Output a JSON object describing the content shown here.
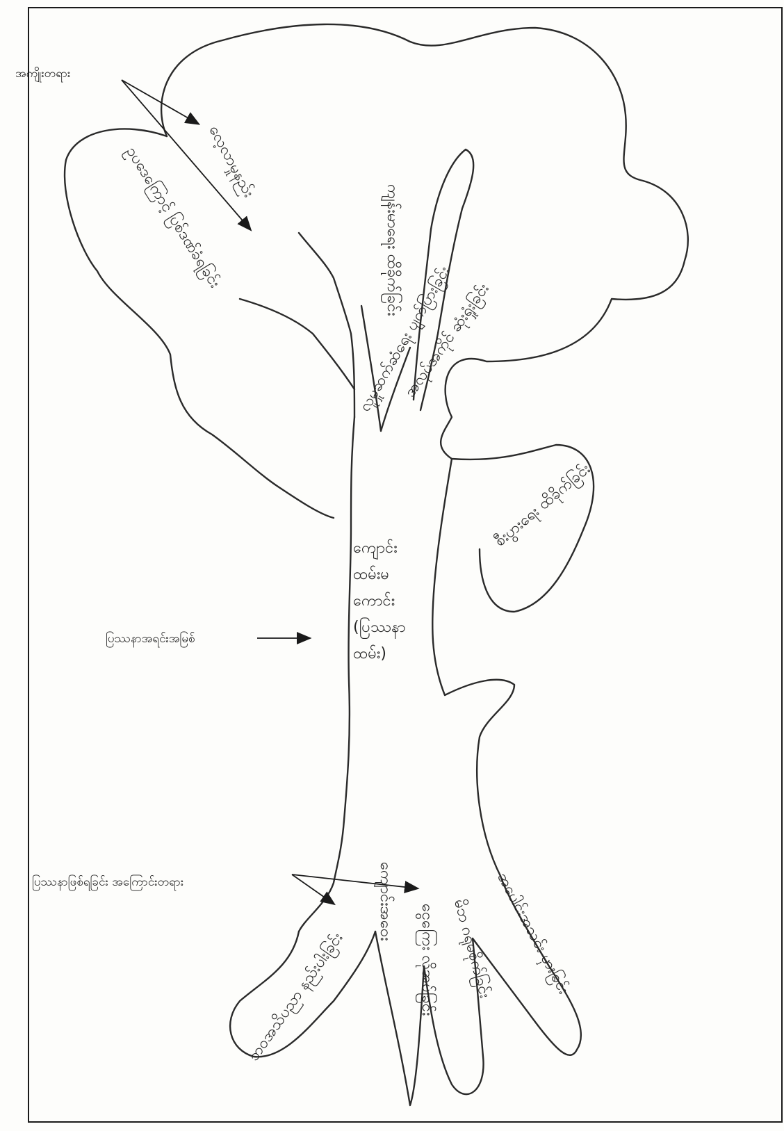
{
  "colors": {
    "ink": "#262626",
    "paper": "#fdfdfb",
    "frame": "#1a1a1a"
  },
  "side_labels": {
    "effects": "အကျိုးတရား",
    "core_problem": "ပြဿနာအရင်းအမြစ်",
    "causes": "ပြဿနာဖြစ်ရခြင်း အကြောင်းတရား"
  },
  "branches": {
    "b1": "လေ့လာမှုနည်း",
    "b2": "ဥပဒေကြောင့် ပြစ်ဒဏ်ခံရခြင်း",
    "b3": "ကျန်းမာရေး ထိခိုက်ခြင်း",
    "b4": "လူမှုဆက်ဆံရေး ပျက်ပြားခြင်း",
    "b5": "အလုပ်အကိုင် ဆုံးရှုံးခြင်း",
    "b6": "စီးပွားရေး ထိခိုက်ခြင်း"
  },
  "trunk": {
    "line1": "ကျောင်း",
    "line2": "ထမ်းမ",
    "line3": "ကောင်း",
    "line4": "(ပြဿနာ",
    "line5": "ထမ်း)"
  },
  "roots": {
    "r1": "ဘဝအသိပညာ နည်းပါးခြင်း",
    "r2": "ငွေကြေး လိုအပ်ခြင်း",
    "r3": "မိဘ ဂရုမစိုက်ခြင်း",
    "r4": "အပေါင်းအသင်း မှားခြင်း",
    "r5": "ကျောင်းအဝေး"
  }
}
